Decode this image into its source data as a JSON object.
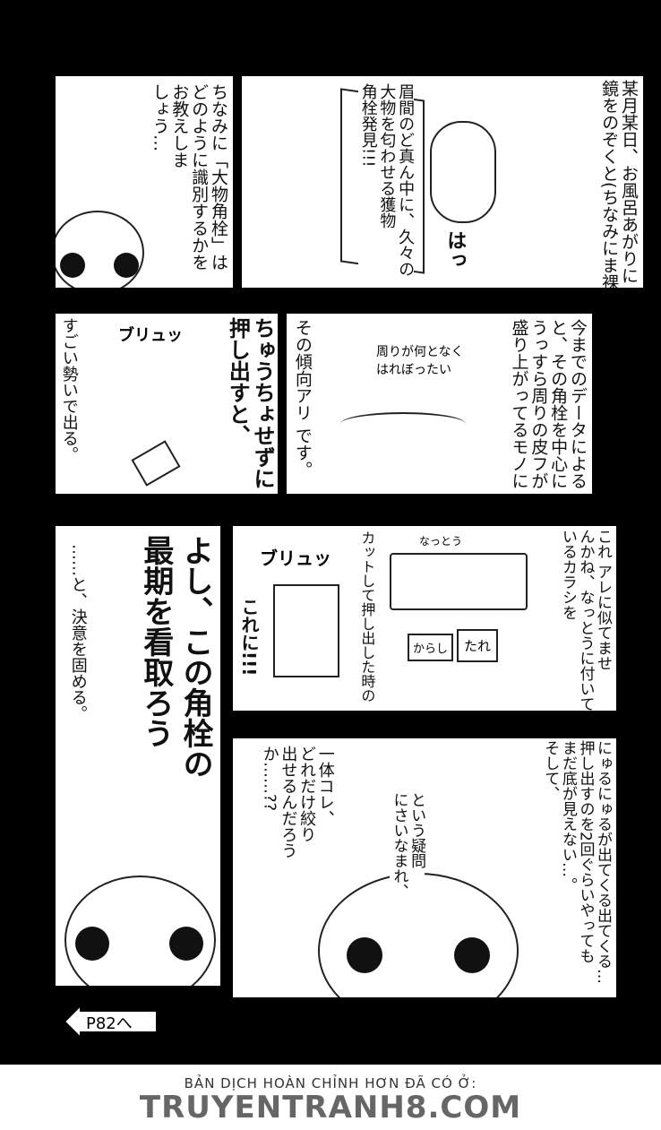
{
  "panels": {
    "p1": {
      "narration": "某月某日、お風呂あがりに\n鏡をのぞくと(ちなみにま裸)",
      "sfx": "はっ"
    },
    "p2": {
      "narration": "眉間のど真ん中に、久々の\n大物を匂わせる獲物\n角栓発見!!!"
    },
    "p3": {
      "narration": "ちなみに「大物角栓」は\nどのように識別するかを\nお教えしま\nしょう…"
    },
    "p4": {
      "narration": "今までのデータによる\nと、その角栓を中心に\nうっすら周りの皮フが\n盛り上がってるモノに",
      "note": "周りが何となく\nはれぼったい"
    },
    "p5": {
      "narration": "その傾向アリ です。"
    },
    "p6": {
      "narration": "ちゅうちょせずに\n押し出すと、",
      "sfx": "ブリュッ",
      "caption": "すごい勢いで出る。"
    },
    "p7": {
      "narration": "これ アレに似てませ\nんかね、なっとうに付いて\nいるカラシを",
      "label_natto": "なっとう",
      "label_karashi": "からし",
      "label_tare": "たれ"
    },
    "p8": {
      "narration": "カットして押し出した時の",
      "sfx": "ブリュッ",
      "caption": "これに!!!"
    },
    "p9": {
      "big": "よし、この角栓の\n最期を看取ろう",
      "small": "……と、決意を固める。"
    },
    "p10": {
      "narration": "にゅるにゅるが出てくる出てくる…\n押し出すのを2回ぐらいやっても\nまだ底が見えない…。\nそして、",
      "thought": "一体コレ、\nどれだけ絞り\n出せるんだろう\nか……??",
      "thought2": "という疑問\nにさいなまれ、"
    }
  },
  "nav": {
    "next_page": "P82へ"
  },
  "footer": {
    "line1": "BẢN DỊCH HOÀN CHỈNH HƠN ĐÃ CÓ Ở:",
    "line2": "TRUYENTRANH8.COM"
  }
}
